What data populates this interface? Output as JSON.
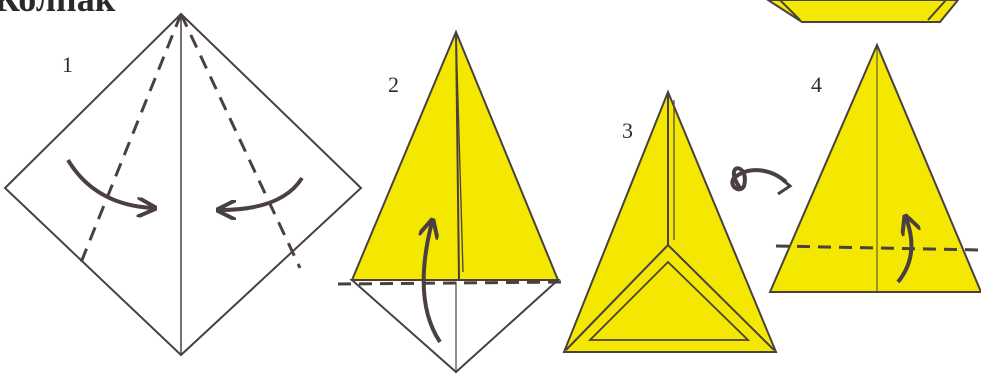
{
  "title": "Колпак",
  "steps": [
    {
      "number": "1"
    },
    {
      "number": "2"
    },
    {
      "number": "3"
    },
    {
      "number": "4"
    }
  ],
  "colors": {
    "paper_yellow": "#f5e800",
    "outline": "#4a4040",
    "background": "#ffffff"
  },
  "icons": [
    "fold-arrow-icon",
    "turn-over-icon",
    "dashed-fold-line"
  ]
}
